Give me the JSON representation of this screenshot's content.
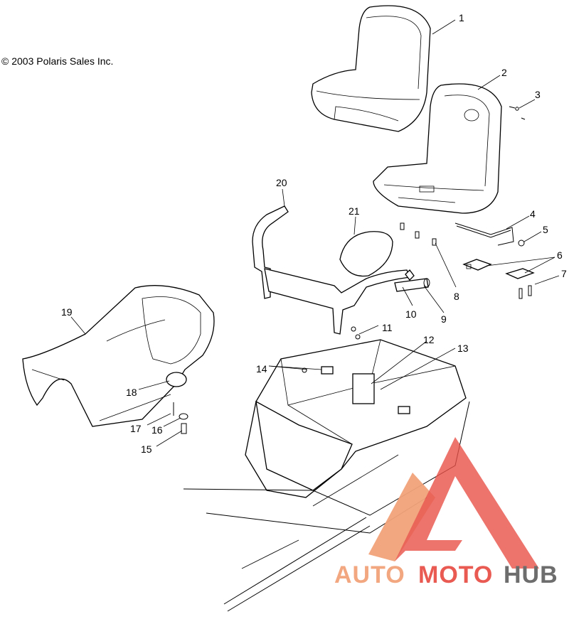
{
  "copyright": "© 2003 Polaris Sales Inc.",
  "callouts": [
    "1",
    "2",
    "3",
    "4",
    "5",
    "6",
    "7",
    "8",
    "9",
    "10",
    "11",
    "12",
    "13",
    "14",
    "15",
    "16",
    "17",
    "18",
    "19",
    "20",
    "21"
  ],
  "watermark": {
    "part1": "AUTO",
    "part2": "MOTO",
    "part3": "HUB",
    "color_light": "#f2a37a",
    "color_red": "#e8524a",
    "color_dark": "#666666"
  }
}
